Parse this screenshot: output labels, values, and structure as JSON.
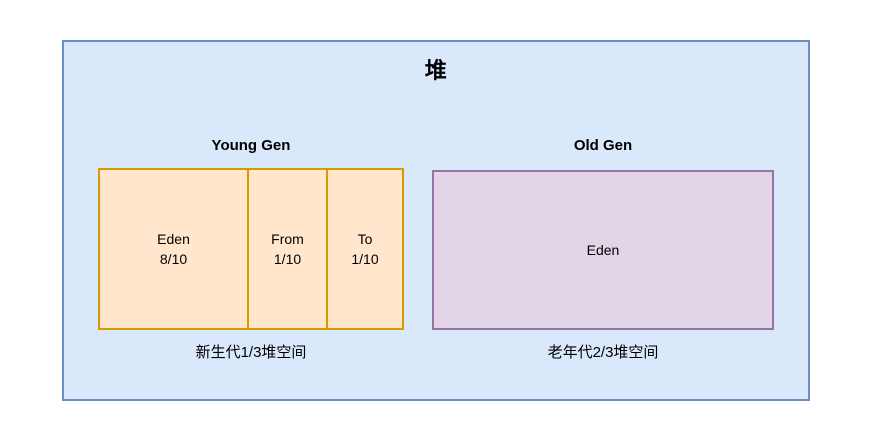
{
  "diagram": {
    "title": "堆",
    "young_gen": {
      "label": "Young Gen",
      "cells": [
        {
          "name": "Eden",
          "fraction": "8/10"
        },
        {
          "name": "From",
          "fraction": "1/10"
        },
        {
          "name": "To",
          "fraction": "1/10"
        }
      ],
      "caption": "新生代1/3堆空间"
    },
    "old_gen": {
      "label": "Old Gen",
      "cell": {
        "name": "Eden"
      },
      "caption": "老年代2/3堆空间"
    },
    "colors": {
      "heap_fill": "#DAE8FC",
      "heap_border": "#6C8EBF",
      "young_fill": "#FFE6CC",
      "young_border": "#D79B00",
      "old_fill": "#E1D5E7",
      "old_border": "#9673A6",
      "text": "#000000"
    }
  }
}
